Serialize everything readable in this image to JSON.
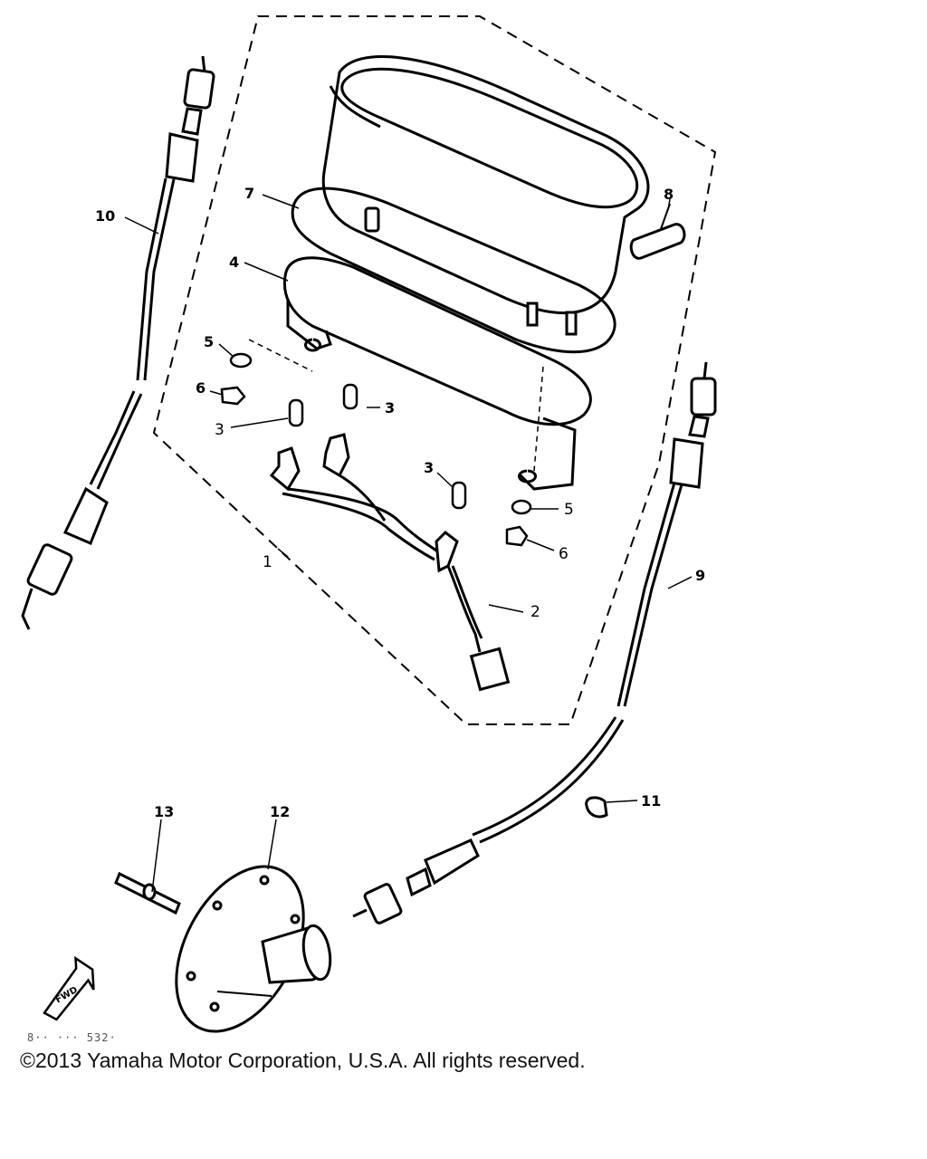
{
  "callouts": {
    "c1": "1",
    "c2": "2",
    "c3a": "3",
    "c3b": "3",
    "c3c": "3",
    "c4": "4",
    "c5a": "5",
    "c5b": "5",
    "c6a": "6",
    "c6b": "6",
    "c7": "7",
    "c8": "8",
    "c9": "9",
    "c10": "10",
    "c11": "11",
    "c12": "12",
    "c13": "13"
  },
  "fwd_badge": "FWD",
  "drawing_code": "8·· ··· 532·",
  "copyright": "©2013 Yamaha Motor Corporation, U.S.A. All rights reserved."
}
